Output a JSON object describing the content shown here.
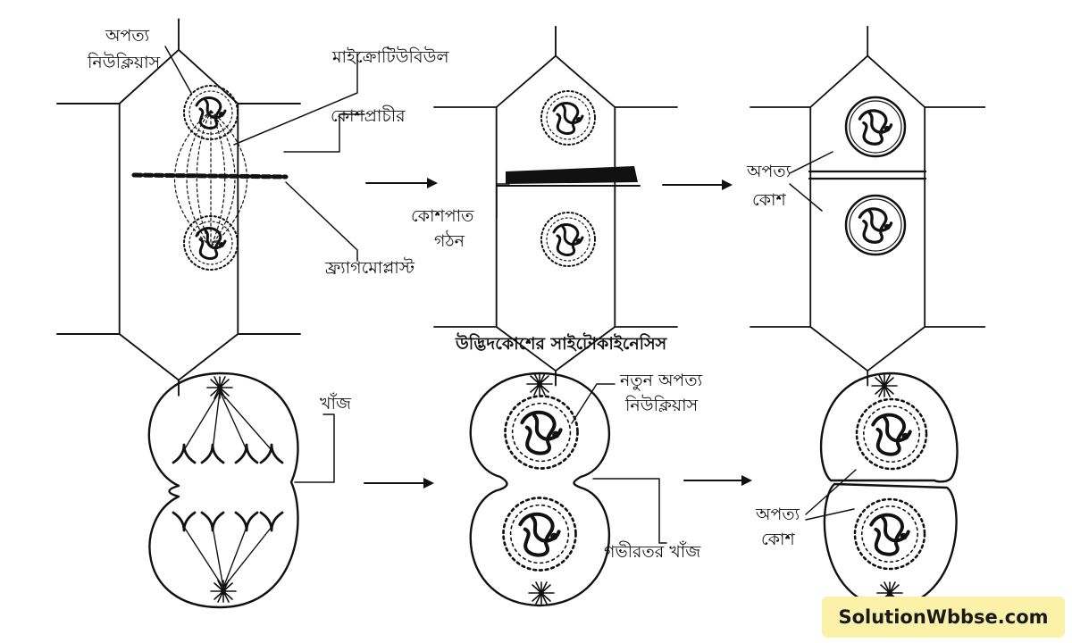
{
  "labels": {
    "daughter_nucleus": [
      "অপত্য",
      "নিউক্লিয়াস"
    ],
    "microtubule": "মাইক্রোটিউবিউল",
    "cell_wall": "কোশপ্রাচীর",
    "phragmoplast": "ফ্র্যাগমোপ্লাস্ট",
    "cell_plate_formation": [
      "কোশপাত",
      "গঠন"
    ],
    "daughter_cell_top": [
      "অপত্য",
      "কোশ"
    ],
    "furrow": "খাঁজ",
    "new_daughter_nucleus": [
      "নতুন অপত্য",
      "নিউক্লিয়াস"
    ],
    "deeper_furrow": "গভীরতর খাঁজ",
    "daughter_cell_bottom": [
      "অপত্য",
      "কোশ"
    ]
  },
  "title": "উদ্ভিদকোশের সাইটোকাইনেসিস",
  "watermark": "SolutionWbbse.com",
  "colors": {
    "ink": "#111111",
    "watermark_bg": "#fbf1a9"
  }
}
